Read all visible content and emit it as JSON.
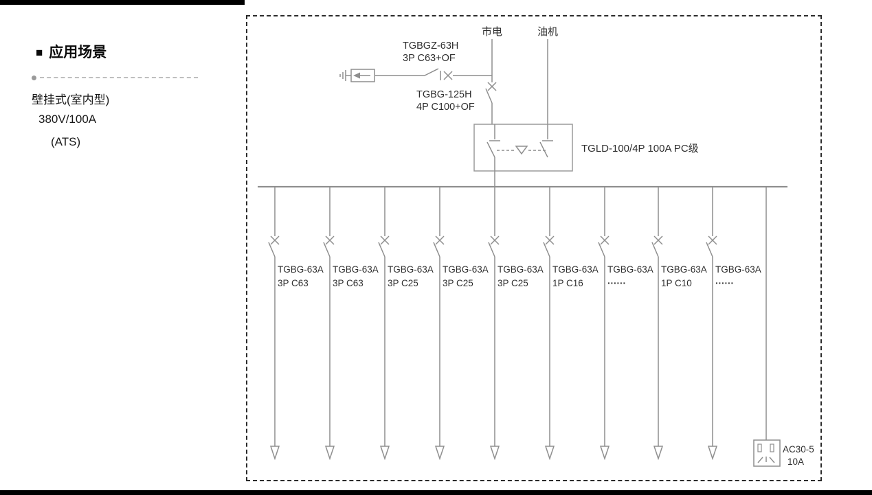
{
  "sidebar": {
    "bullet": "■",
    "heading": "应用场景",
    "lines": [
      "壁挂式(室内型)",
      "380V/100A",
      "(ATS)"
    ]
  },
  "diagram": {
    "sources": {
      "mains": "市电",
      "generator": "油机"
    },
    "spd_breaker": {
      "line1": "TGBGZ-63H",
      "line2": "3P C63+OF"
    },
    "main_breaker": {
      "line1": "TGBG-125H",
      "line2": "4P C100+OF"
    },
    "ats": {
      "label": "TGLD-100/4P 100A PC级"
    },
    "feeders": [
      {
        "model": "TGBG-63A",
        "spec": "3P C63"
      },
      {
        "model": "TGBG-63A",
        "spec": "3P C63"
      },
      {
        "model": "TGBG-63A",
        "spec": "3P C25"
      },
      {
        "model": "TGBG-63A",
        "spec": "3P C25"
      },
      {
        "model": "TGBG-63A",
        "spec": "3P C25"
      },
      {
        "model": "TGBG-63A",
        "spec": "1P C16"
      },
      {
        "model": "TGBG-63A",
        "spec": "······"
      },
      {
        "model": "TGBG-63A",
        "spec": "1P C10"
      },
      {
        "model": "TGBG-63A",
        "spec": "······"
      }
    ],
    "socket": {
      "line1": "AC30-5",
      "line2": "10A"
    }
  }
}
